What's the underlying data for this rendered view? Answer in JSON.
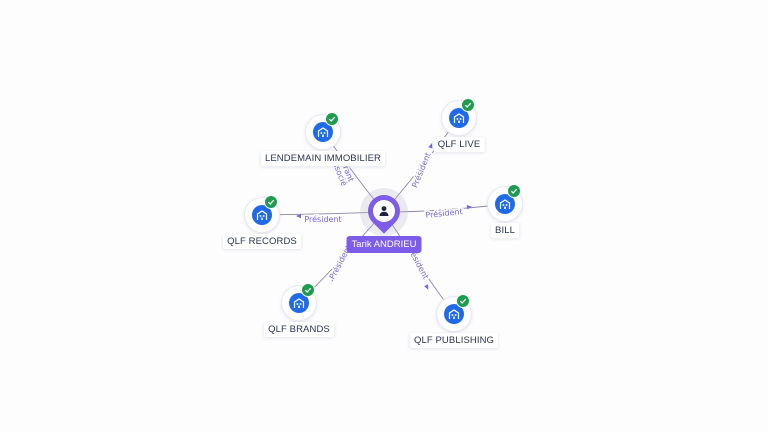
{
  "center": {
    "name": "Tarik ANDRIEU",
    "icon": "person-icon",
    "color": "#7c5ce8"
  },
  "companies": [
    {
      "id": "lendemain",
      "label": "LENDEMAIN IMMOBILIER",
      "icon": "building-icon",
      "status": "verified-check-icon"
    },
    {
      "id": "qlf-live",
      "label": "QLF LIVE",
      "icon": "building-icon",
      "status": "verified-check-icon"
    },
    {
      "id": "qlf-records",
      "label": "QLF RECORDS",
      "icon": "building-icon",
      "status": "verified-check-icon"
    },
    {
      "id": "bill",
      "label": "BILL",
      "icon": "building-icon",
      "status": "verified-check-icon"
    },
    {
      "id": "qlf-brands",
      "label": "QLF BRANDS",
      "icon": "building-icon",
      "status": "verified-check-icon"
    },
    {
      "id": "qlf-publishing",
      "label": "QLF PUBLISHING",
      "icon": "building-icon",
      "status": "verified-check-icon"
    }
  ],
  "edges": [
    {
      "to": "lendemain",
      "label": "Gérant Associé"
    },
    {
      "to": "qlf-live",
      "label": "Président"
    },
    {
      "to": "qlf-records",
      "label": "Président"
    },
    {
      "to": "bill",
      "label": "Président"
    },
    {
      "to": "qlf-brands",
      "label": "Président"
    },
    {
      "to": "qlf-publishing",
      "label": "Président"
    }
  ],
  "colors": {
    "company": "#1f6ae8",
    "check": "#1d9b4f",
    "edge_label": "#7b66d9"
  }
}
